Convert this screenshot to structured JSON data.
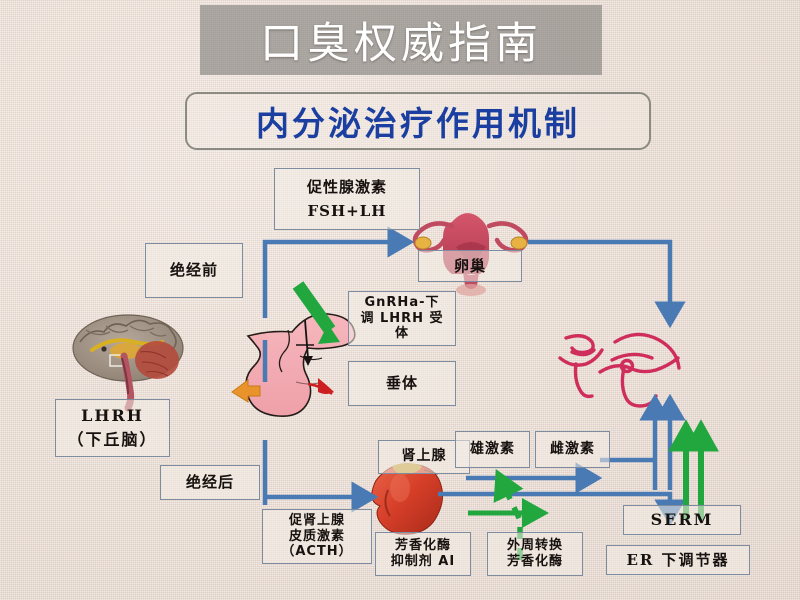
{
  "header": {
    "banner_title": "口臭权威指南",
    "subtitle": "内分泌治疗作用机制"
  },
  "diagram": {
    "type": "flow-diagram",
    "topic": "内分泌治疗作用机制",
    "nodes": [
      {
        "id": "gonadotropin",
        "line1": "促性腺激素",
        "line2": "FSH+LH"
      },
      {
        "id": "premenopause",
        "label": "绝经前"
      },
      {
        "id": "ovary",
        "label": "卵巢"
      },
      {
        "id": "gnrha",
        "line1": "GnRHa-下",
        "line2": "调 LHRH 受",
        "line3": "体"
      },
      {
        "id": "pituitary",
        "label": "垂体"
      },
      {
        "id": "lhrh",
        "line1": "LHRH",
        "line2": "（下丘脑）"
      },
      {
        "id": "postmenopause",
        "label": "绝经后"
      },
      {
        "id": "acth",
        "line1": "促肾上腺",
        "line2": "皮质激素",
        "line3": "（ACTH）"
      },
      {
        "id": "adrenal",
        "label": "肾上腺"
      },
      {
        "id": "ai",
        "line1": "芳香化酶",
        "line2": "抑制剂 AI"
      },
      {
        "id": "peripheral",
        "line1": "外周转换",
        "line2": "芳香化酶"
      },
      {
        "id": "androgen",
        "label": "雄激素"
      },
      {
        "id": "estrogen",
        "label": "雌激素"
      },
      {
        "id": "serm",
        "label": "SERM"
      },
      {
        "id": "er_downreg",
        "label": "ER 下调节器"
      }
    ],
    "images": [
      {
        "id": "brain-illustration",
        "name": "brain-sagittal-section"
      },
      {
        "id": "pituitary-illustration",
        "name": "pituitary-gland"
      },
      {
        "id": "uterus-illustration",
        "name": "uterus-ovaries"
      },
      {
        "id": "adrenal-illustration",
        "name": "adrenal-gland"
      },
      {
        "id": "breast-illustration",
        "name": "breast-outline-sketch"
      }
    ],
    "colors": {
      "flow_arrow": "#4a7ab4",
      "inhibit_arrow": "#22a73f",
      "stimulate_arrow": "#e8942a",
      "box_border": "#7d8c9e",
      "subtitle_text": "#1a3fa0",
      "banner_bg": "#807e7a",
      "background": "#ece0d8"
    }
  }
}
